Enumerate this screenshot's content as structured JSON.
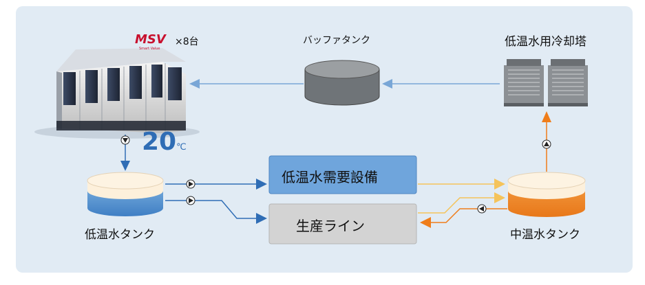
{
  "brand": {
    "logo_text": "MSV",
    "logo_tagline": "Smart Value",
    "multiplier": "×8台"
  },
  "temperature": {
    "value": "20",
    "unit": "℃"
  },
  "nodes": {
    "buffer_tank": "バッファタンク",
    "cooling_tower": "低温水用冷却塔",
    "low_temp_tank": "低温水タンク",
    "mid_temp_tank": "中温水タンク",
    "demand_equipment": "低温水需要設備",
    "production_line": "生産ライン"
  },
  "colors": {
    "panel": "#e1ebf4",
    "blue_flow": "#2f6db5",
    "light_blue_flow": "#79a6d6",
    "orange_flow": "#ef7d1a",
    "yellow_flow": "#f5c35a",
    "demand_box": "#6fa5dc",
    "production_box": "#d3d3d3"
  }
}
